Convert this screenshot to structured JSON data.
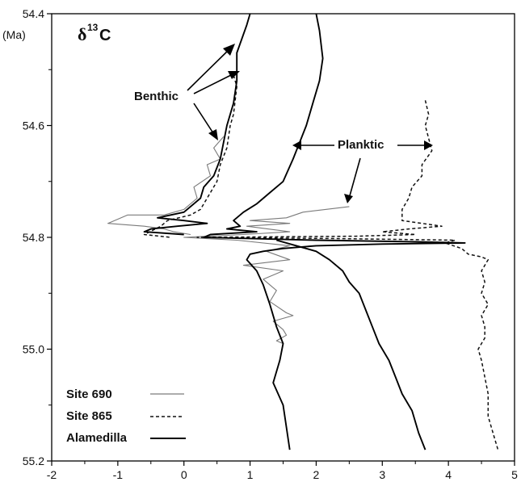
{
  "chart_data": {
    "type": "line",
    "title": {
      "delta": "δ",
      "sup": "13",
      "letter": "C"
    },
    "ylabel": "(Ma)",
    "xlim": [
      -2,
      5
    ],
    "ylim": [
      54.4,
      55.2
    ],
    "y_reversed": true,
    "xticks": [
      "-2",
      "-1",
      "0",
      "1",
      "2",
      "3",
      "4",
      "5"
    ],
    "yticks": [
      "54.4",
      "54.6",
      "54.8",
      "55.0",
      "55.2"
    ],
    "annotations": {
      "benthic": "Benthic",
      "planktic": "Planktic"
    },
    "legend": {
      "site690": "Site 690",
      "site865": "Site 865",
      "alamedilla": "Alamedilla"
    },
    "series": [
      {
        "name": "Site 690",
        "style": "thin",
        "color": "#7a7a7a",
        "group": "benthic",
        "points": [
          [
            0.6,
            54.62
          ],
          [
            0.45,
            54.64
          ],
          [
            0.55,
            54.66
          ],
          [
            0.35,
            54.67
          ],
          [
            0.4,
            54.69
          ],
          [
            0.15,
            54.71
          ],
          [
            0.2,
            54.73
          ],
          [
            0.0,
            54.75
          ],
          [
            -0.3,
            54.76
          ],
          [
            -0.85,
            54.76
          ],
          [
            -1.15,
            54.775
          ],
          [
            -0.6,
            54.78
          ],
          [
            -0.3,
            54.785
          ],
          [
            -0.15,
            54.79
          ],
          [
            0.1,
            54.795
          ]
        ]
      },
      {
        "name": "Site 690",
        "style": "thin",
        "color": "#7a7a7a",
        "group": "planktic",
        "points": [
          [
            2.5,
            54.745
          ],
          [
            1.8,
            54.755
          ],
          [
            1.55,
            54.765
          ],
          [
            1.0,
            54.77
          ],
          [
            1.6,
            54.775
          ],
          [
            0.95,
            54.78
          ],
          [
            1.6,
            54.79
          ],
          [
            0.9,
            54.795
          ],
          [
            0.0,
            54.8
          ],
          [
            0.8,
            54.805
          ],
          [
            1.6,
            54.815
          ],
          [
            1.25,
            54.825
          ],
          [
            1.6,
            54.84
          ],
          [
            0.9,
            54.85
          ],
          [
            1.5,
            54.86
          ],
          [
            1.2,
            54.875
          ],
          [
            1.4,
            54.895
          ],
          [
            1.3,
            54.915
          ],
          [
            1.55,
            54.935
          ],
          [
            1.65,
            54.94
          ],
          [
            1.35,
            54.95
          ],
          [
            1.5,
            54.965
          ],
          [
            1.55,
            54.975
          ],
          [
            1.4,
            54.985
          ],
          [
            1.5,
            54.99
          ]
        ]
      },
      {
        "name": "Site 865",
        "style": "dashed",
        "color": "#111111",
        "group": "benthic",
        "points": [
          [
            0.75,
            54.51
          ],
          [
            0.8,
            54.53
          ],
          [
            0.75,
            54.58
          ],
          [
            0.7,
            54.6
          ],
          [
            0.65,
            54.64
          ],
          [
            0.55,
            54.67
          ],
          [
            0.5,
            54.7
          ],
          [
            0.35,
            54.73
          ],
          [
            0.25,
            54.75
          ],
          [
            0.1,
            54.76
          ],
          [
            -0.25,
            54.77
          ],
          [
            -0.35,
            54.78
          ],
          [
            -0.6,
            54.795
          ],
          [
            -0.2,
            54.8
          ]
        ]
      },
      {
        "name": "Site 865",
        "style": "dashed",
        "color": "#111111",
        "group": "planktic",
        "points": [
          [
            3.65,
            54.555
          ],
          [
            3.7,
            54.58
          ],
          [
            3.65,
            54.6
          ],
          [
            3.75,
            54.645
          ],
          [
            3.6,
            54.67
          ],
          [
            3.6,
            54.69
          ],
          [
            3.45,
            54.71
          ],
          [
            3.4,
            54.73
          ],
          [
            3.3,
            54.75
          ],
          [
            3.3,
            54.77
          ],
          [
            3.9,
            54.78
          ],
          [
            3.4,
            54.785
          ],
          [
            3.0,
            54.79
          ],
          [
            3.5,
            54.795
          ],
          [
            2.6,
            54.798
          ],
          [
            0.2,
            54.8
          ],
          [
            2.2,
            54.802
          ],
          [
            4.1,
            54.805
          ],
          [
            3.95,
            54.81
          ],
          [
            4.2,
            54.82
          ],
          [
            4.3,
            54.83
          ],
          [
            4.5,
            54.835
          ],
          [
            4.6,
            54.84
          ],
          [
            4.5,
            54.86
          ],
          [
            4.55,
            54.88
          ],
          [
            4.5,
            54.9
          ],
          [
            4.6,
            54.92
          ],
          [
            4.5,
            54.94
          ],
          [
            4.55,
            54.96
          ],
          [
            4.55,
            54.98
          ],
          [
            4.45,
            55.0
          ],
          [
            4.5,
            55.02
          ],
          [
            4.55,
            55.05
          ],
          [
            4.6,
            55.08
          ],
          [
            4.6,
            55.12
          ],
          [
            4.7,
            55.16
          ],
          [
            4.75,
            55.18
          ]
        ]
      },
      {
        "name": "Alamedilla",
        "style": "thick",
        "color": "#000000",
        "group": "benthic",
        "points": [
          [
            1.0,
            54.4
          ],
          [
            0.95,
            54.42
          ],
          [
            0.8,
            54.47
          ],
          [
            0.8,
            54.52
          ],
          [
            0.75,
            54.56
          ],
          [
            0.65,
            54.6
          ],
          [
            0.6,
            54.63
          ],
          [
            0.55,
            54.66
          ],
          [
            0.45,
            54.69
          ],
          [
            0.3,
            54.71
          ],
          [
            0.25,
            54.73
          ],
          [
            0.1,
            54.745
          ],
          [
            0.0,
            54.755
          ],
          [
            -0.4,
            54.765
          ],
          [
            0.0,
            54.77
          ],
          [
            0.35,
            54.775
          ],
          [
            -0.1,
            54.78
          ],
          [
            -0.5,
            54.785
          ],
          [
            -0.6,
            54.79
          ],
          [
            0.0,
            54.795
          ]
        ]
      },
      {
        "name": "Alamedilla",
        "style": "thick",
        "color": "#000000",
        "group": "planktic",
        "points": [
          [
            2.0,
            54.4
          ],
          [
            2.05,
            54.43
          ],
          [
            2.1,
            54.48
          ],
          [
            2.05,
            54.52
          ],
          [
            1.95,
            54.56
          ],
          [
            1.85,
            54.6
          ],
          [
            1.75,
            54.63
          ],
          [
            1.65,
            54.66
          ],
          [
            1.5,
            54.7
          ],
          [
            1.3,
            54.72
          ],
          [
            1.1,
            54.74
          ],
          [
            0.9,
            54.755
          ],
          [
            0.75,
            54.77
          ],
          [
            0.85,
            54.78
          ],
          [
            0.65,
            54.785
          ],
          [
            1.1,
            54.79
          ],
          [
            0.4,
            54.795
          ],
          [
            0.3,
            54.8
          ],
          [
            2.0,
            54.805
          ],
          [
            3.5,
            54.808
          ],
          [
            4.25,
            54.81
          ],
          [
            3.0,
            54.812
          ],
          [
            2.0,
            54.815
          ],
          [
            1.5,
            54.82
          ],
          [
            1.2,
            54.825
          ],
          [
            1.0,
            54.83
          ],
          [
            0.95,
            54.84
          ],
          [
            1.1,
            54.86
          ],
          [
            1.2,
            54.885
          ],
          [
            1.3,
            54.92
          ],
          [
            1.4,
            54.96
          ],
          [
            1.5,
            54.99
          ],
          [
            1.45,
            55.02
          ],
          [
            1.35,
            55.06
          ],
          [
            1.5,
            55.1
          ],
          [
            1.55,
            55.14
          ],
          [
            1.6,
            55.18
          ]
        ]
      },
      {
        "name": "Alamedilla",
        "style": "thick",
        "color": "#000000",
        "group": "tail",
        "points": [
          [
            1.4,
            54.805
          ],
          [
            1.7,
            54.815
          ],
          [
            2.0,
            54.825
          ],
          [
            2.2,
            54.84
          ],
          [
            2.4,
            54.86
          ],
          [
            2.5,
            54.88
          ],
          [
            2.65,
            54.9
          ],
          [
            2.75,
            54.93
          ],
          [
            2.85,
            54.96
          ],
          [
            2.95,
            54.99
          ],
          [
            3.1,
            55.02
          ],
          [
            3.2,
            55.05
          ],
          [
            3.3,
            55.08
          ],
          [
            3.45,
            55.11
          ],
          [
            3.55,
            55.15
          ],
          [
            3.65,
            55.18
          ]
        ]
      }
    ]
  }
}
